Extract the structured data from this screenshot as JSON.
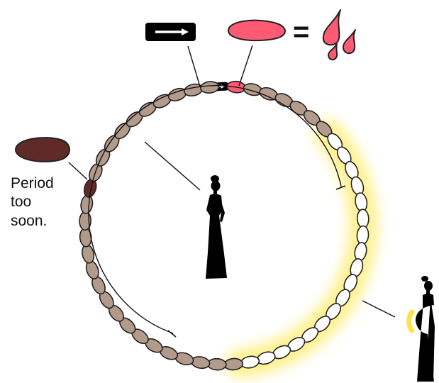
{
  "diagram": {
    "annotation": {
      "line1": "Period",
      "line2": "too",
      "line3": "soon."
    },
    "legend": {
      "equals_symbol": "="
    },
    "cycle": {
      "bead_count": 52,
      "white_bead_count": 18,
      "early_period_bead_index": 41
    },
    "colors": {
      "brown_bead": "#b39b8b",
      "white_bead": "#ffffff",
      "red_bead": "#ff5a74",
      "dark_bead": "#5f2a28",
      "black_marker": "#000000",
      "highlight": "#fff08a",
      "outline": "#222222",
      "silhouette": "#000000",
      "belly_glow": "#ffe24a"
    }
  }
}
